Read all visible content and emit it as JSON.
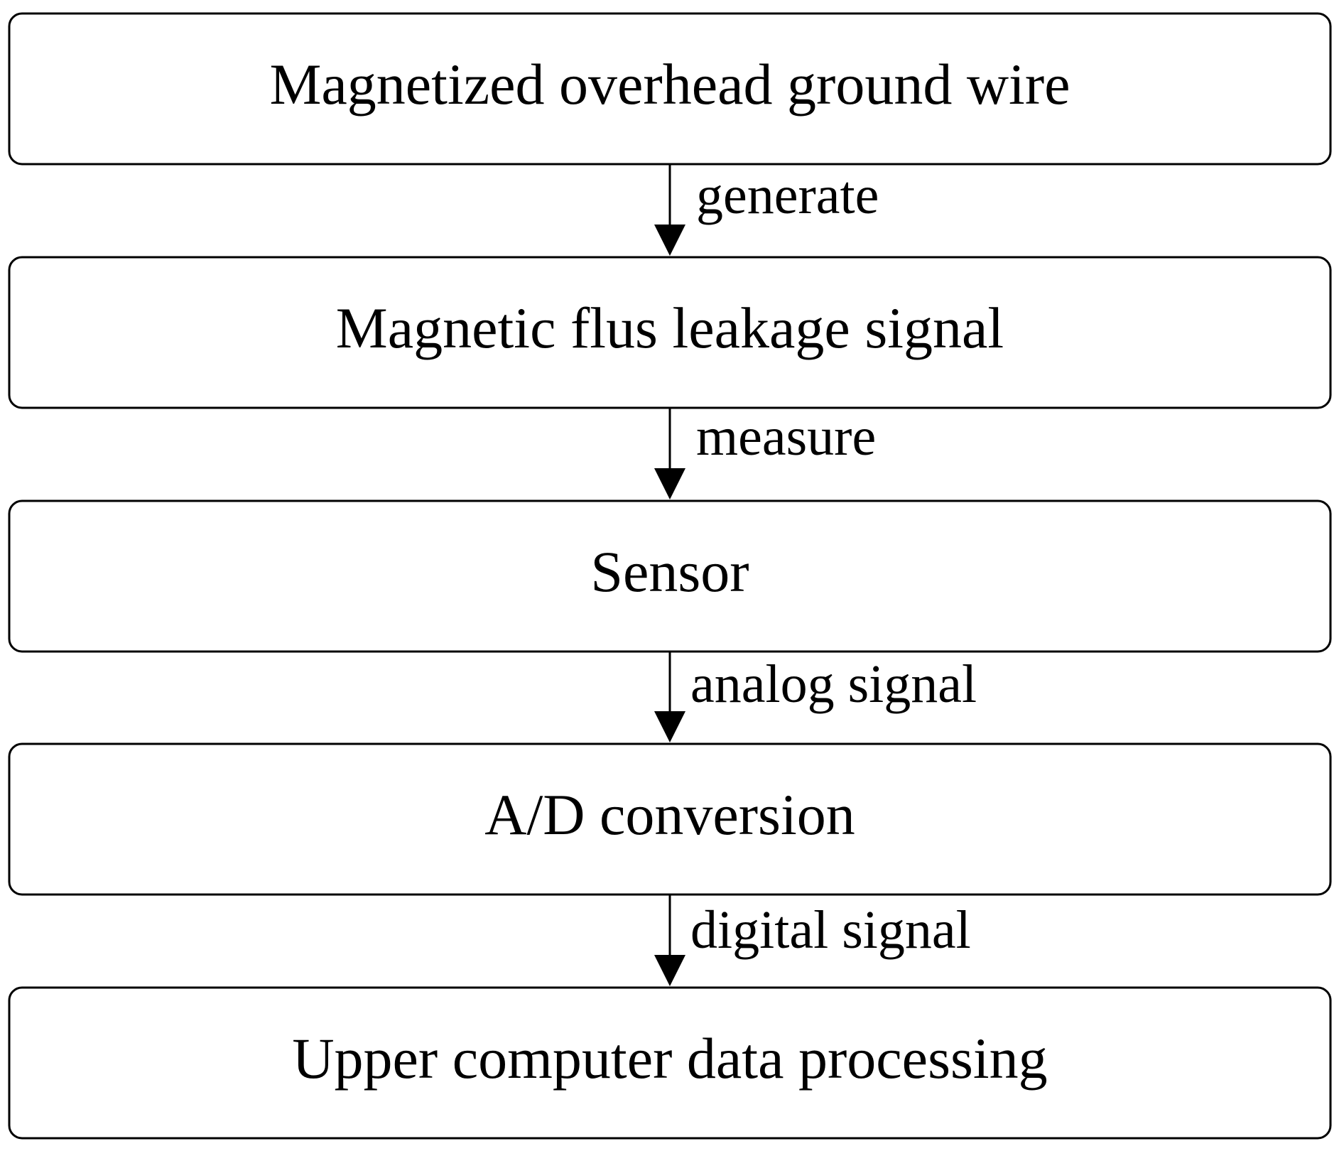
{
  "diagram": {
    "type": "flowchart",
    "direction": "top-to-bottom",
    "nodes": [
      {
        "id": "n1",
        "label": "Magnetized overhead ground wire"
      },
      {
        "id": "n2",
        "label": "Magnetic flus leakage signal"
      },
      {
        "id": "n3",
        "label": "Sensor"
      },
      {
        "id": "n4",
        "label": "A/D conversion"
      },
      {
        "id": "n5",
        "label": "Upper computer data processing"
      }
    ],
    "edges": [
      {
        "from": "n1",
        "to": "n2",
        "label": "generate"
      },
      {
        "from": "n2",
        "to": "n3",
        "label": "measure"
      },
      {
        "from": "n3",
        "to": "n4",
        "label": "analog signal"
      },
      {
        "from": "n4",
        "to": "n5",
        "label": "digital signal"
      }
    ],
    "colors": {
      "stroke": "#000000",
      "background": "#ffffff",
      "text": "#000000"
    }
  }
}
